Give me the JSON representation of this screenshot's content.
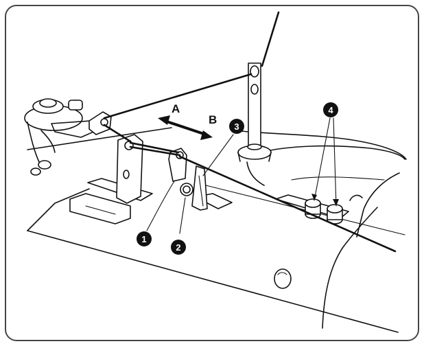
{
  "labels": {
    "direction_a": "A",
    "direction_b": "B"
  },
  "callouts": {
    "c1": "1",
    "c2": "2",
    "c3": "3",
    "c4": "4"
  }
}
